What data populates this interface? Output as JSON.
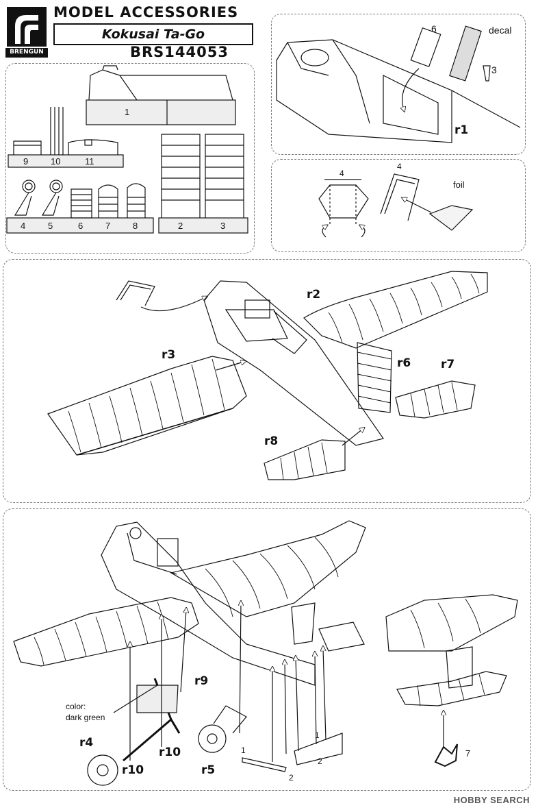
{
  "header": {
    "brand": "BRENGUN",
    "title": "MODEL ACCESSORIES",
    "subtitle": "Kokusai Ta-Go",
    "code": "BRS144053"
  },
  "parts": {
    "p1": "1",
    "p2": "2",
    "p3": "3",
    "p4": "4",
    "p5": "5",
    "p6": "6",
    "p7": "7",
    "p8": "8",
    "p9": "9",
    "p10": "10",
    "p11": "11"
  },
  "step_r1": {
    "decal": "decal",
    "n6": "6",
    "n3": "3",
    "ref": "r1"
  },
  "step_foil": {
    "n4a": "4",
    "n4b": "4",
    "foil": "foil"
  },
  "step_main": {
    "r2": "r2",
    "r3": "r3",
    "r6": "r6",
    "r7": "r7",
    "r8": "r8"
  },
  "step_gear": {
    "r9": "r9",
    "color_label": "color:",
    "color_value": "dark green",
    "r4": "r4",
    "r10a": "r10",
    "r10b": "r10",
    "r5": "r5",
    "n1a": "1",
    "n2a": "2",
    "n1b": "1",
    "n2b": "2",
    "n7": "7"
  },
  "footer": {
    "watermark": "HOBBY SEARCH"
  }
}
